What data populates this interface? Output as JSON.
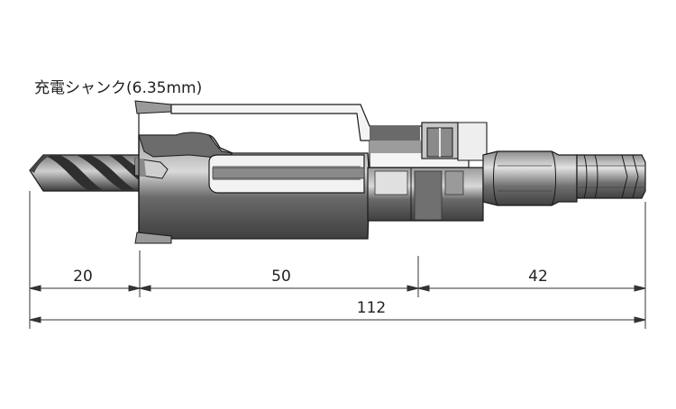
{
  "diagram": {
    "shank_label": "充電シャンク(6.35mm)",
    "dimensions": [
      {
        "id": "drill_length",
        "value": "20"
      },
      {
        "id": "cutter_length",
        "value": "50"
      },
      {
        "id": "shank_length",
        "value": "42"
      },
      {
        "id": "total_length",
        "value": "112"
      }
    ]
  },
  "colors": {
    "outline": "#1a1a1a",
    "body_dark": "#5a5a5a",
    "body_mid": "#7a7a7a",
    "body_light": "#b8b8b8",
    "highlight": "#e6e6e6",
    "dim_line": "#333333"
  }
}
